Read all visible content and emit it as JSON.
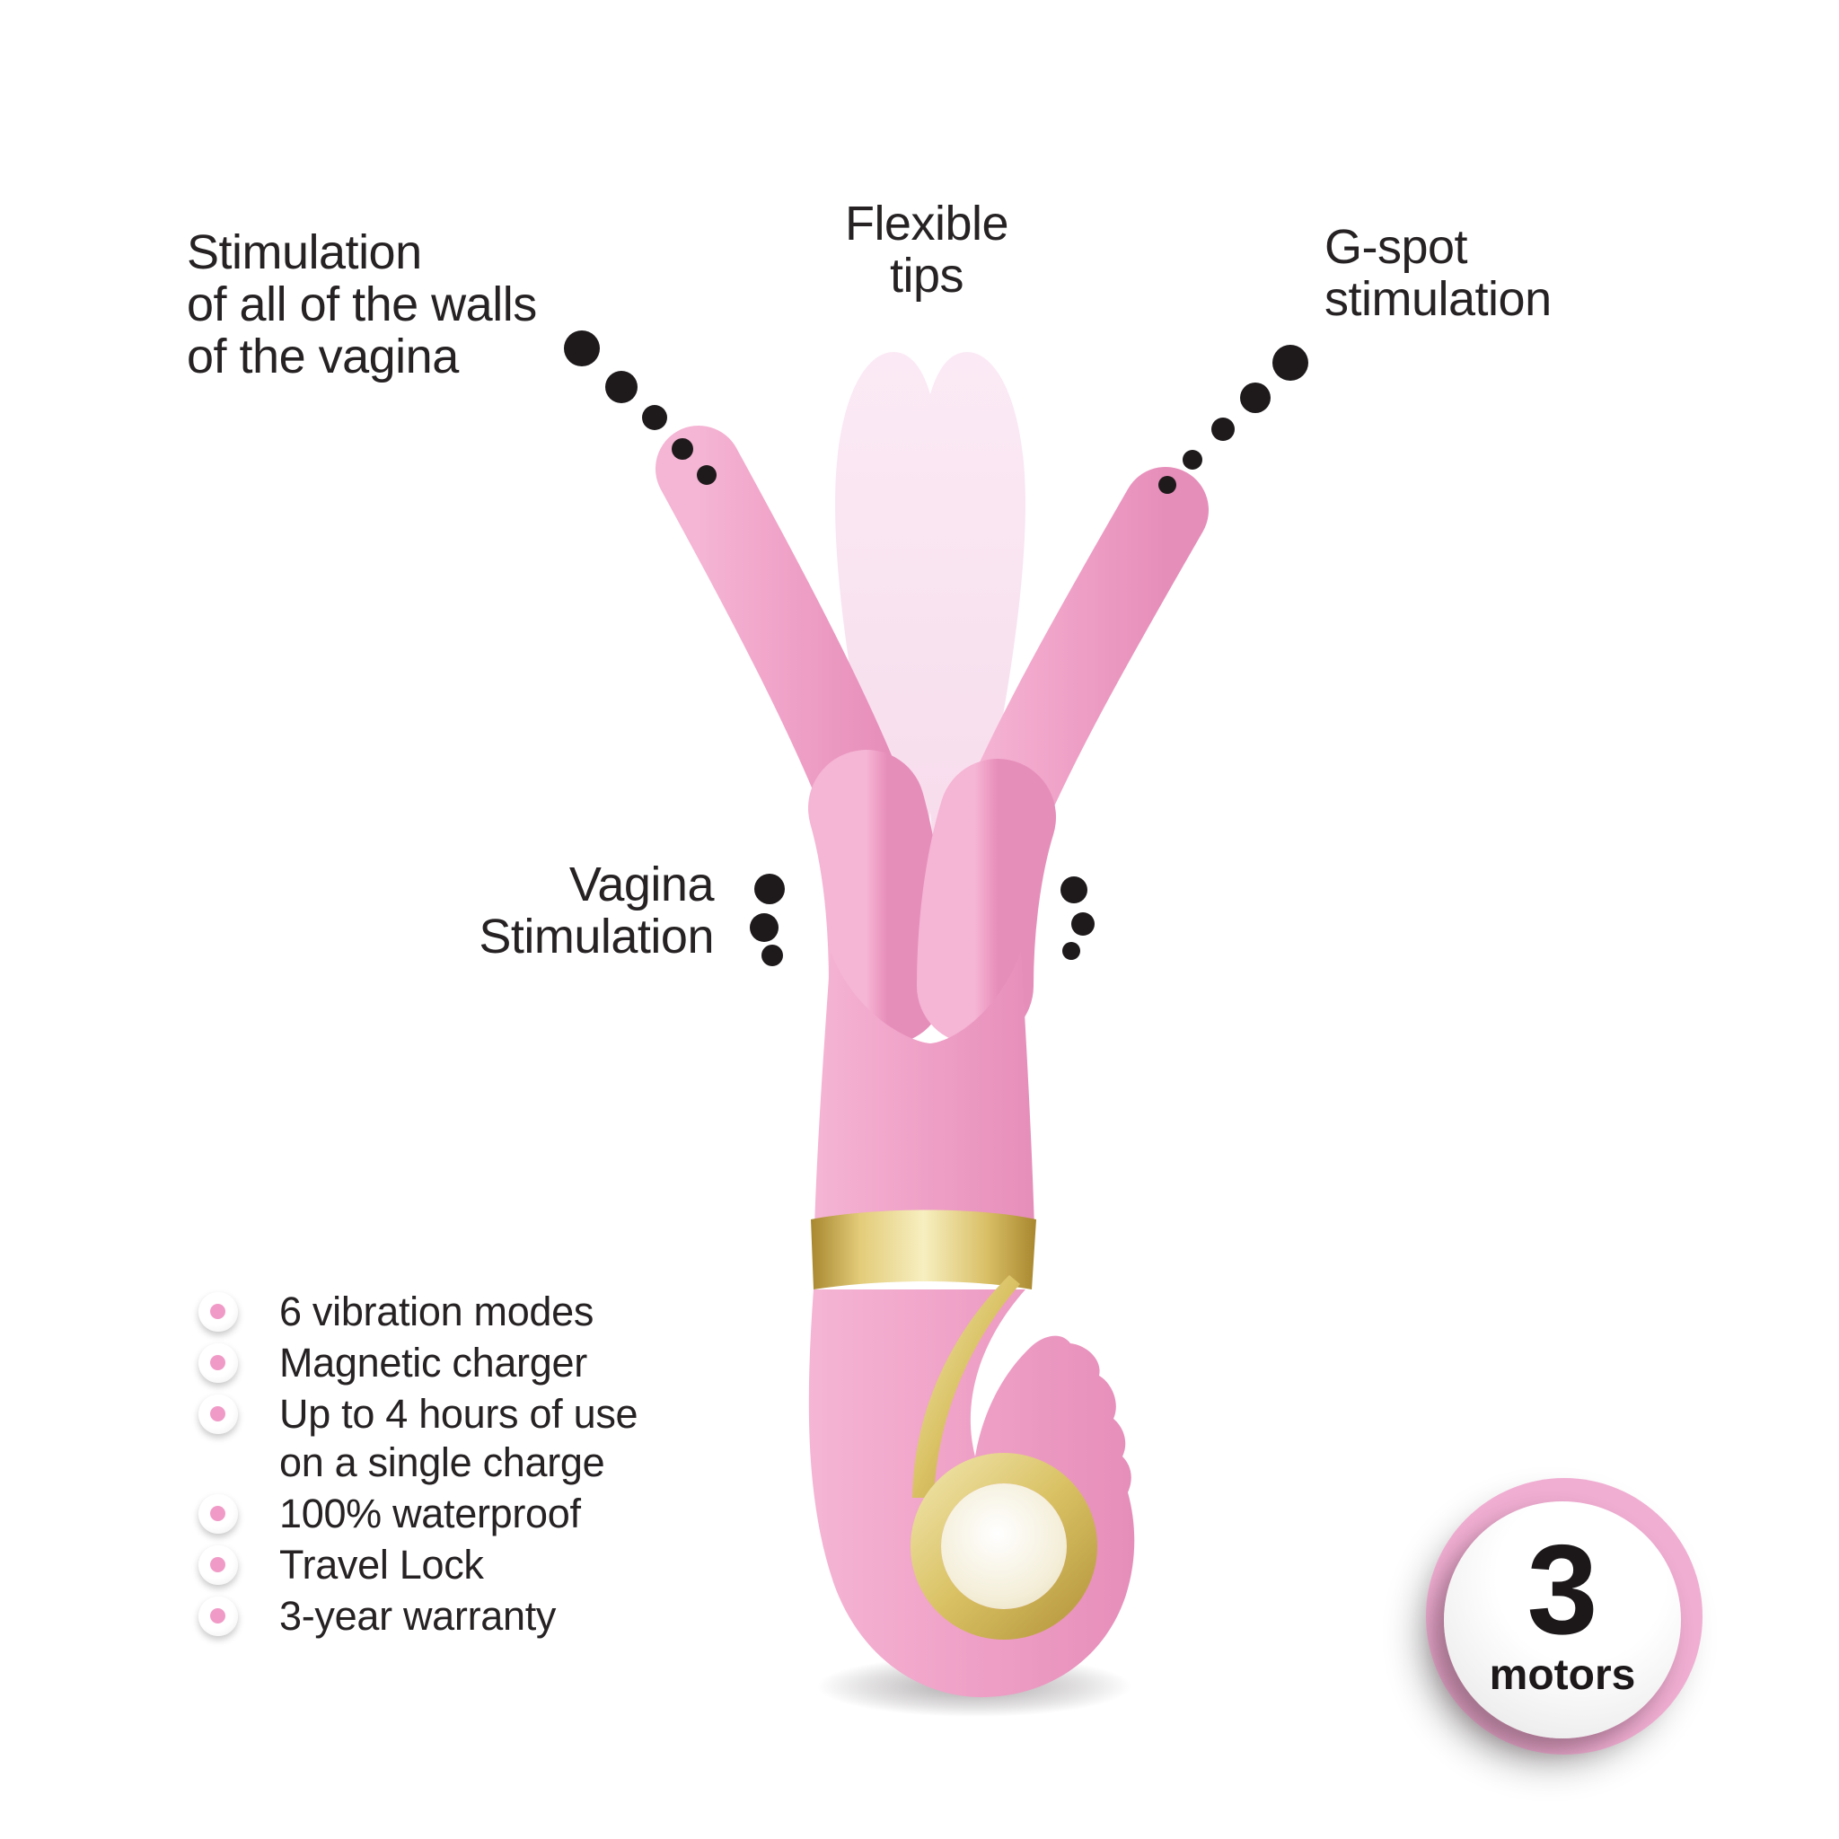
{
  "callouts": {
    "walls": {
      "line1": "Stimulation",
      "line2": "of all of the walls",
      "line3": "of the vagina"
    },
    "flexible": {
      "line1": "Flexible",
      "line2": "tips"
    },
    "gspot": {
      "line1": "G-spot",
      "line2": "stimulation"
    },
    "vagina": {
      "line1": "Vagina",
      "line2": "Stimulation"
    }
  },
  "features": [
    {
      "text": "6 vibration modes"
    },
    {
      "text": "Magnetic charger"
    },
    {
      "text": "Up to 4 hours of use\non a single charge"
    },
    {
      "text": "100% waterproof"
    },
    {
      "text": "Travel Lock"
    },
    {
      "text": "3-year warranty"
    }
  ],
  "badge": {
    "number": "3",
    "label": "motors"
  },
  "colors": {
    "device_pink": "#f0a2c8",
    "device_pink_dark": "#e289b5",
    "ghost_pink": "#f9e3f0",
    "gold": "#d8bd62",
    "text": "#262223",
    "badge_ring_pink": "#f0aed2",
    "bullet_pink": "#f09bc7",
    "background": "#ffffff"
  }
}
